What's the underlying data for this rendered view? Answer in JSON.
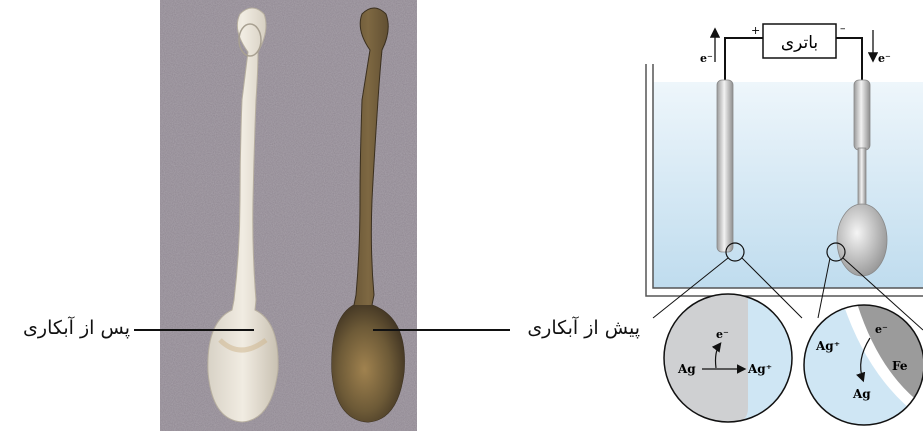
{
  "photo": {
    "label_after": "پس از آبکاری",
    "label_before": "پیش از آبکاری",
    "colors": {
      "background": "#8f8791",
      "silver_spoon": "#e4ddd0",
      "tarnished_spoon": "#6b5a3c"
    }
  },
  "diagram": {
    "battery_label": "باتری",
    "plus_sign": "+",
    "minus_sign": "–",
    "electron_left": "e⁻",
    "electron_right": "e⁻",
    "zoom_left": {
      "electron": "e⁻",
      "ag_atom": "Ag",
      "ag_ion": "Ag⁺"
    },
    "zoom_right": {
      "electron": "e⁻",
      "ag_ion": "Ag⁺",
      "fe": "Fe",
      "ag_atom": "Ag"
    },
    "colors": {
      "solution": "#cfe6f4",
      "electrode": "#c9c9c9",
      "wire": "#111111"
    }
  }
}
